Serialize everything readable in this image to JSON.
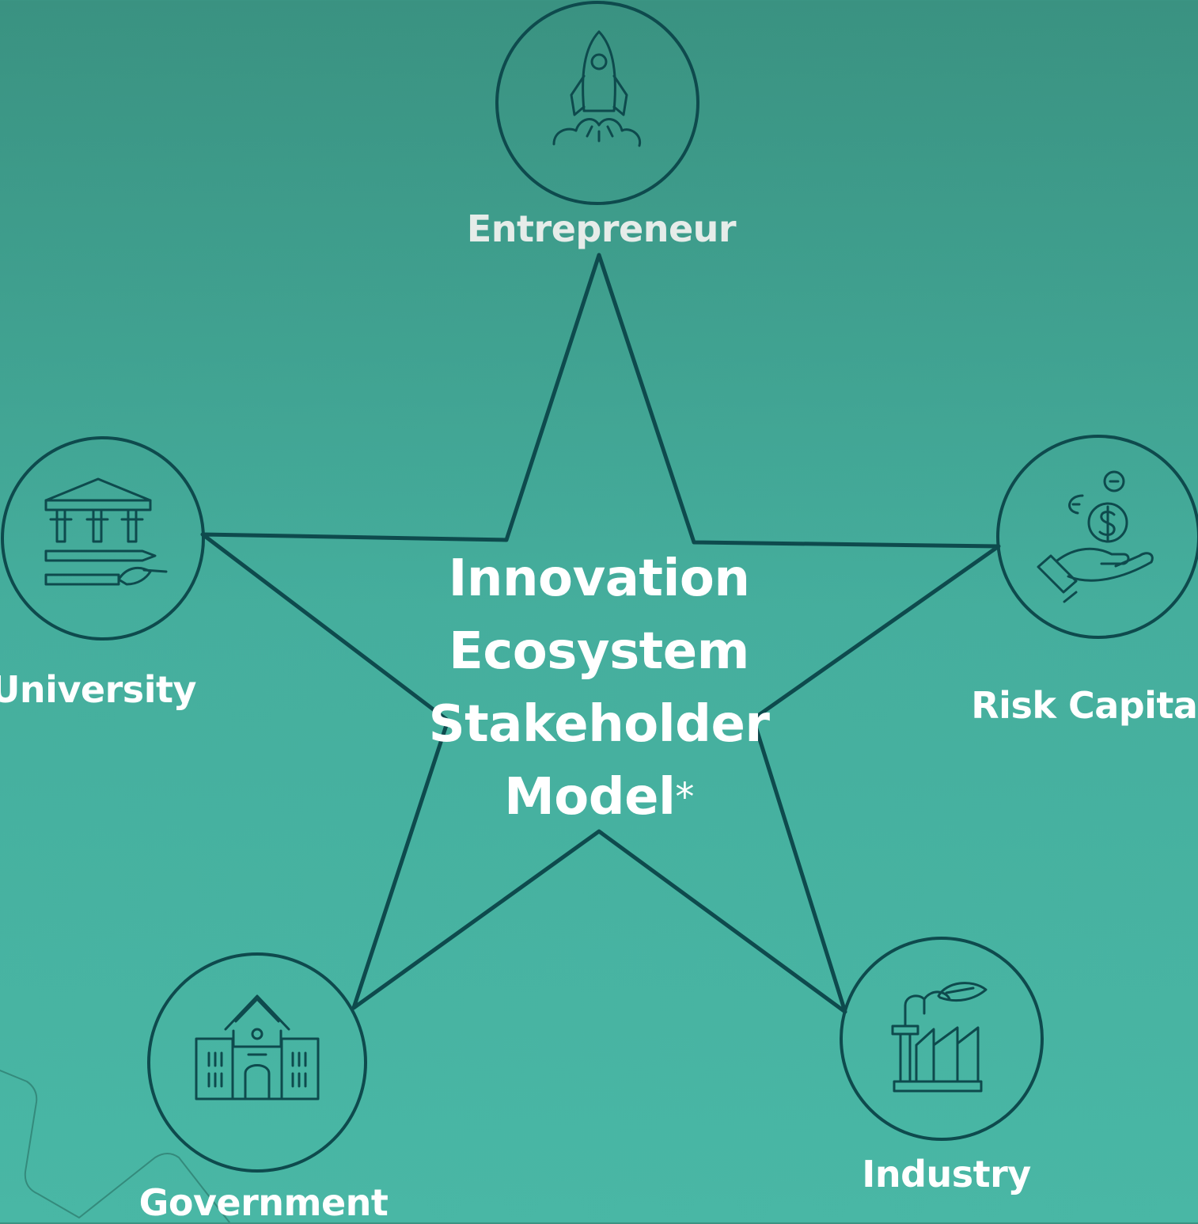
{
  "colors": {
    "stroke": "#0e4a4d",
    "label": "#ffffff",
    "label_muted": "#e6ece9"
  },
  "center": {
    "line1": "Innovation",
    "line2": "Ecosystem",
    "line3": "Stakeholder",
    "line4": "Model",
    "asterisk": "*"
  },
  "nodes": {
    "entrepreneur": {
      "label": "Entrepreneur",
      "icon": "rocket-icon"
    },
    "university": {
      "label": "University",
      "icon": "university-icon"
    },
    "risk_capital": {
      "label": "Risk Capital",
      "icon": "money-hand-icon"
    },
    "government": {
      "label": "Government",
      "icon": "government-building-icon"
    },
    "industry": {
      "label": "Industry",
      "icon": "factory-leaf-icon"
    }
  }
}
